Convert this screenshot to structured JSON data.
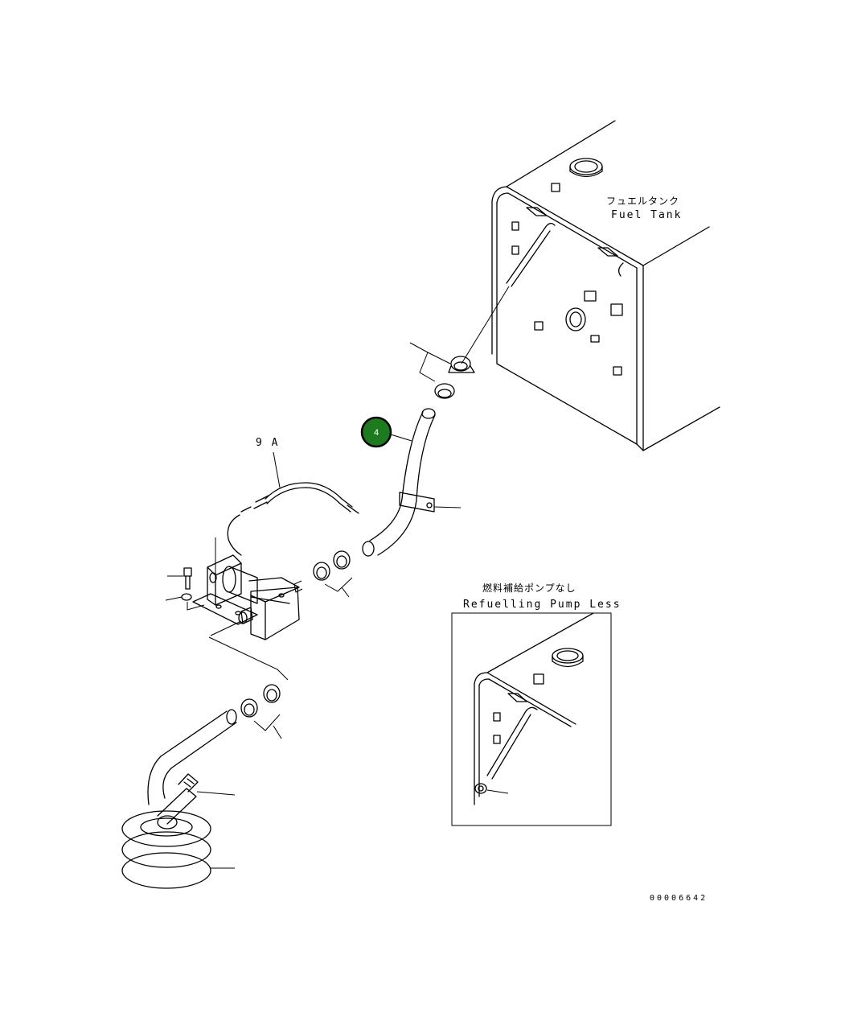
{
  "labels": {
    "fuel_tank_jp": "フュエルタンク",
    "fuel_tank_en": "Fuel Tank",
    "inset_jp": "燃料補給ポンプなし",
    "inset_en": "Refuelling Pump Less",
    "part_9a": "9 A",
    "drawing_number": "00006642"
  },
  "callouts": [
    {
      "number": "4",
      "color": "#1e7a1e"
    }
  ]
}
